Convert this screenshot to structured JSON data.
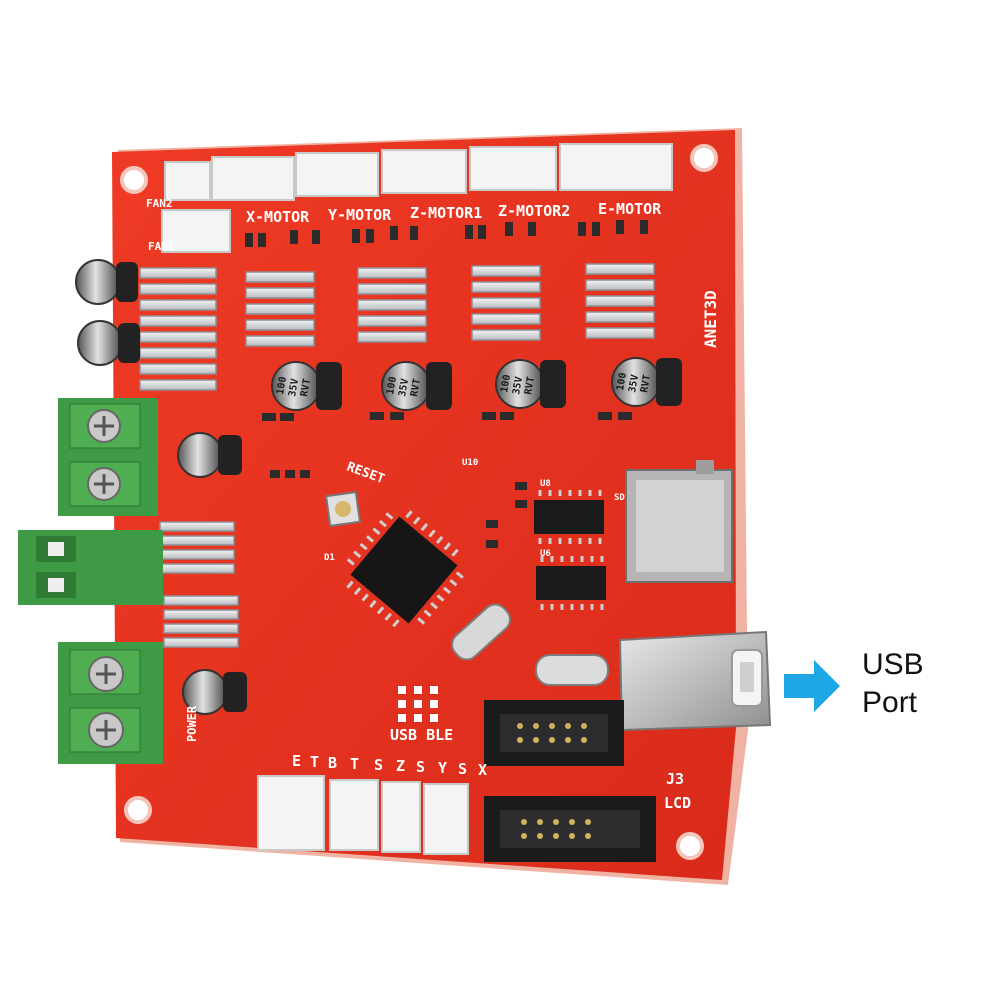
{
  "board": {
    "brand": "ANET3D",
    "motor_labels": [
      "X-MOTOR",
      "Y-MOTOR",
      "Z-MOTOR1",
      "Z-MOTOR2",
      "E-MOTOR"
    ],
    "fan_labels": [
      "FAN2",
      "FAN1"
    ],
    "capacitor_text": [
      "100",
      "35V",
      "RVT"
    ],
    "reset_label": "RESET",
    "usb_ble_label": "USB BLE",
    "bottom_pins": [
      "E",
      "T",
      "B",
      "T",
      "S",
      "Z",
      "S",
      "Y",
      "S",
      "X"
    ],
    "j3_label": "J3",
    "lcd_label": "LCD",
    "power_label": "POWER",
    "chip_labels": [
      "U8",
      "U6",
      "U10",
      "D1",
      "SD"
    ],
    "colors": {
      "pcb": "#e8321f",
      "pcb_edge": "#f0b2a2",
      "terminal": "#3f9a45",
      "connector": "#f4f4f2",
      "heatsink": "#d9dbdd",
      "arrow": "#1ea7e6"
    }
  },
  "callout": {
    "line1": "USB",
    "line2": "Port",
    "arrow_icon": "arrow-right-icon"
  }
}
